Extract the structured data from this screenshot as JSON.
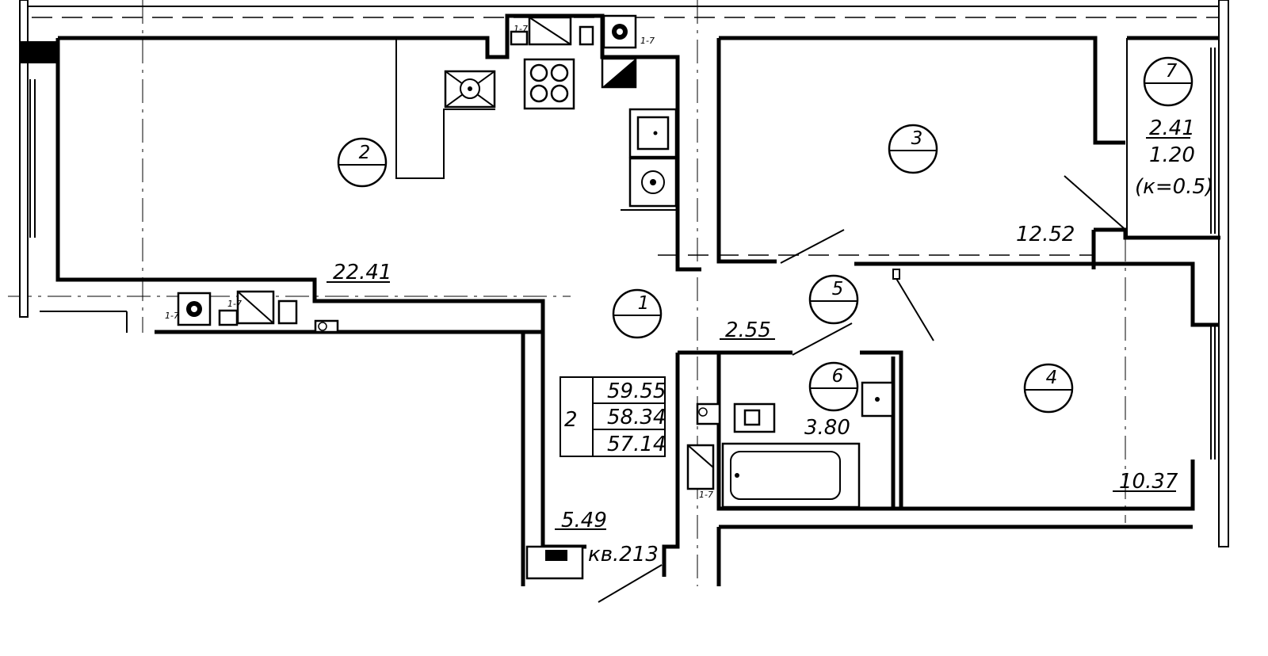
{
  "apartment": {
    "label": "кв.213",
    "rooms_count": "2",
    "areas": [
      "59.55",
      "58.34",
      "57.14"
    ]
  },
  "rooms": [
    {
      "number": "1",
      "area": "5.49"
    },
    {
      "number": "2",
      "area": "22.41"
    },
    {
      "number": "3",
      "area": "12.52"
    },
    {
      "number": "4",
      "area": "10.37"
    },
    {
      "number": "5",
      "area": "2.55"
    },
    {
      "number": "6",
      "area": "3.80"
    },
    {
      "number": "7",
      "area": "2.41",
      "area2": "1.20",
      "coef": "(к=0.5)"
    }
  ],
  "marks": {
    "riser": "1-7"
  }
}
